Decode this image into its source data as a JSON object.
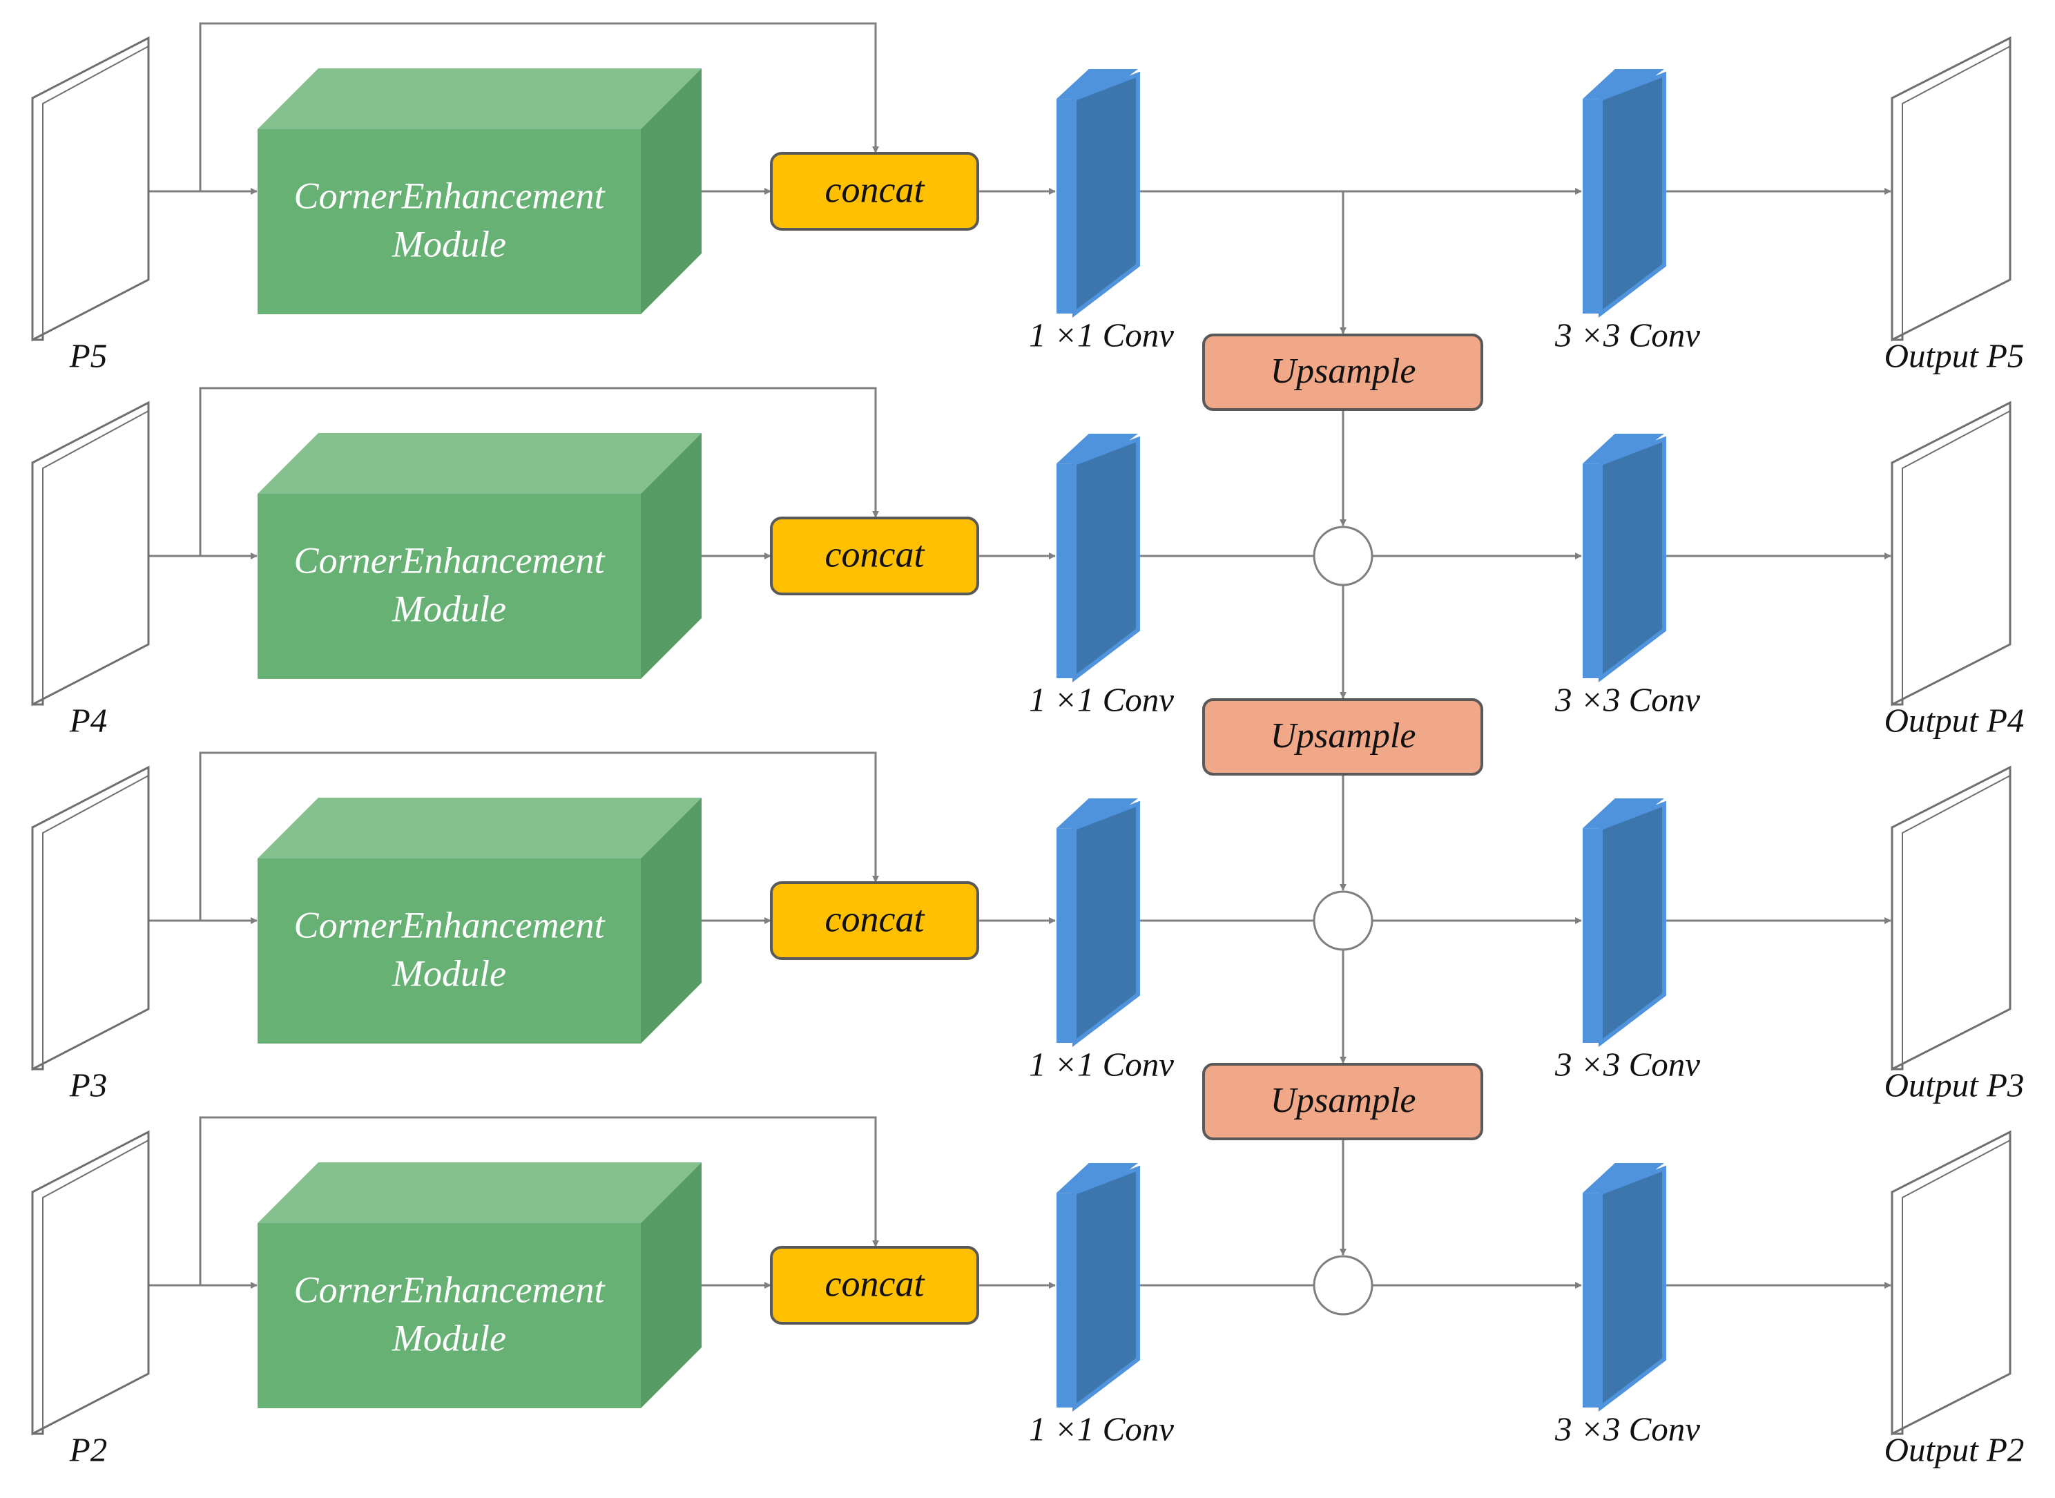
{
  "diagram": {
    "colors": {
      "arrow": "#7f7f7f",
      "module_front": "#66b173",
      "module_top": "#85c18f",
      "module_side": "#559b63",
      "concat_fill": "#fec000",
      "upsample_fill": "#f0a888",
      "conv_front": "#3c76ad",
      "conv_edge": "#4e93db"
    },
    "rows": [
      {
        "input_label": "P5",
        "module_label": [
          "CornerEnhancement",
          "Module"
        ],
        "concat_label": "concat",
        "conv1_label": "1 ×1 Conv",
        "conv3_label": "3 ×3 Conv",
        "output_label": "Output P5",
        "has_add": false
      },
      {
        "input_label": "P4",
        "module_label": [
          "CornerEnhancement",
          "Module"
        ],
        "concat_label": "concat",
        "conv1_label": "1 ×1 Conv",
        "conv3_label": "3 ×3 Conv",
        "output_label": "Output P4",
        "has_add": true
      },
      {
        "input_label": "P3",
        "module_label": [
          "CornerEnhancement",
          "Module"
        ],
        "concat_label": "concat",
        "conv1_label": "1 ×1 Conv",
        "conv3_label": "3 ×3 Conv",
        "output_label": "Output P3",
        "has_add": true
      },
      {
        "input_label": "P2",
        "module_label": [
          "CornerEnhancement",
          "Module"
        ],
        "concat_label": "concat",
        "conv1_label": "1 ×1 Conv",
        "conv3_label": "3 ×3 Conv",
        "output_label": "Output P2",
        "has_add": true
      }
    ],
    "upsample_label": "Upsample"
  }
}
